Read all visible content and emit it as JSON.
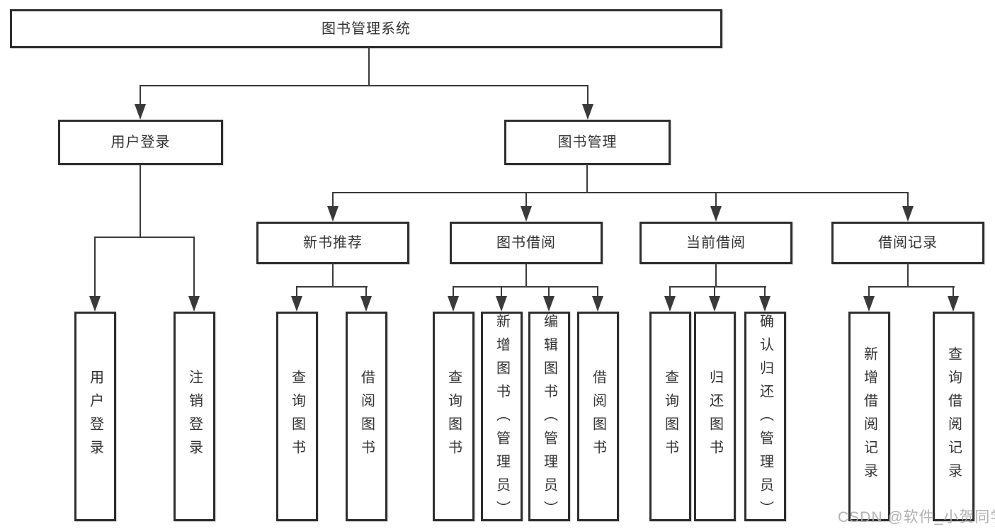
{
  "diagram": {
    "root": "图书管理系统",
    "user_login": {
      "label": "用户登录",
      "children": [
        "用户登录",
        "注销登录"
      ]
    },
    "book_mgmt": {
      "label": "图书管理",
      "new_books": {
        "label": "新书推荐",
        "children": [
          "查询图书",
          "借阅图书"
        ]
      },
      "borrowing": {
        "label": "图书借阅",
        "children": [
          "查询图书",
          "新增图书（管理员）",
          "编辑图书（管理员）",
          "借阅图书"
        ]
      },
      "current": {
        "label": "当前借阅",
        "children": [
          "查询图书",
          "归还图书",
          "确认归还（管理员）"
        ]
      },
      "records": {
        "label": "借阅记录",
        "children": [
          "新增借阅记录",
          "查询借阅记录"
        ]
      }
    }
  },
  "watermark": "CSDN @软件_小贺同学",
  "colors": {
    "line": "#3a3a3a",
    "border": "#2e2e2e",
    "text": "#333333",
    "watermark": "#acacac",
    "background": "#ffffff"
  }
}
